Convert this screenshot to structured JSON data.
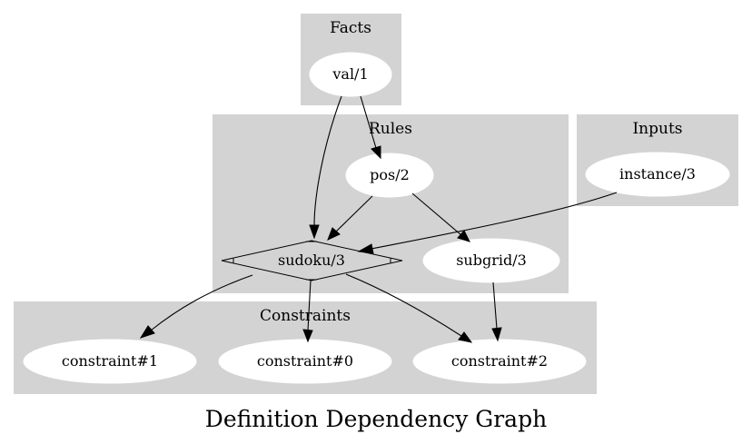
{
  "title": "Definition Dependency Graph",
  "clusters": {
    "facts": "Facts",
    "rules": "Rules",
    "inputs": "Inputs",
    "constraints": "Constraints"
  },
  "nodes": {
    "val": "val/1",
    "pos": "pos/2",
    "instance": "instance/3",
    "sudoku": "sudoku/3",
    "subgrid": "subgrid/3",
    "constraint1": "constraint#1",
    "constraint0": "constraint#0",
    "constraint2": "constraint#2"
  },
  "edges": [
    {
      "from": "val/1",
      "to": "pos/2"
    },
    {
      "from": "val/1",
      "to": "sudoku/3"
    },
    {
      "from": "pos/2",
      "to": "sudoku/3"
    },
    {
      "from": "pos/2",
      "to": "subgrid/3"
    },
    {
      "from": "instance/3",
      "to": "sudoku/3"
    },
    {
      "from": "sudoku/3",
      "to": "constraint#1"
    },
    {
      "from": "sudoku/3",
      "to": "constraint#0"
    },
    {
      "from": "sudoku/3",
      "to": "constraint#2"
    },
    {
      "from": "subgrid/3",
      "to": "constraint#2"
    }
  ],
  "colors": {
    "cluster_fill": "#d3d3d3",
    "node_fill": "#ffffff",
    "edge": "#000000"
  }
}
